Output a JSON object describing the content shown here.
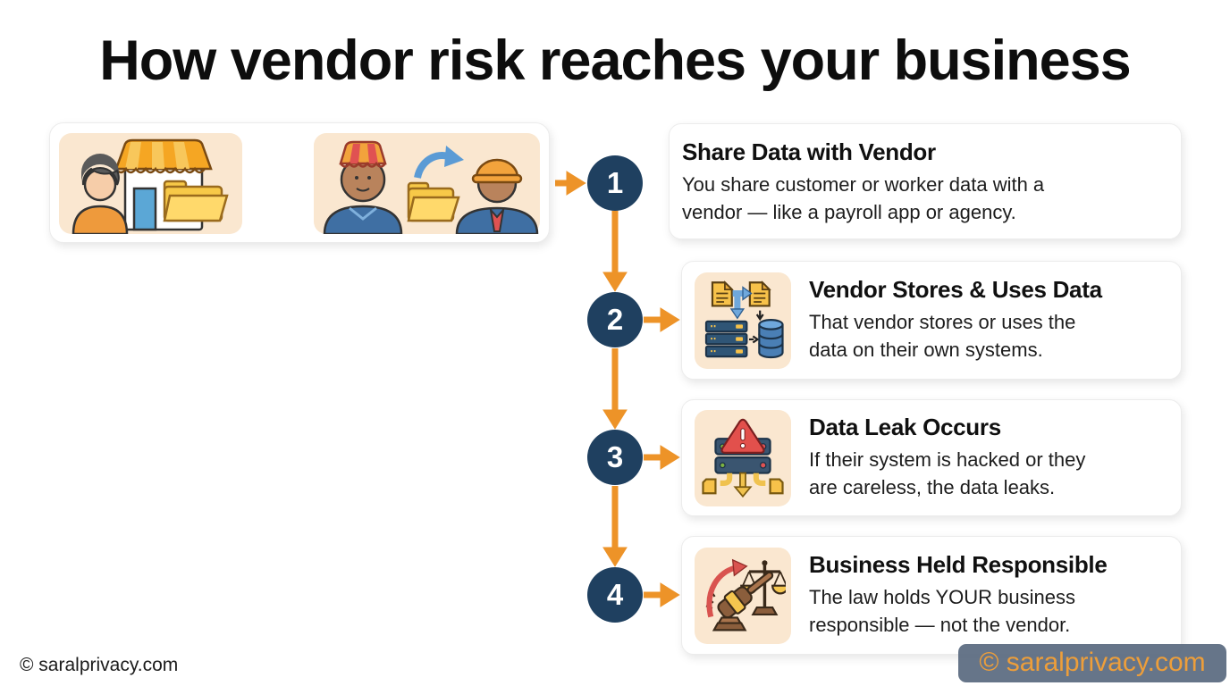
{
  "title": "How vendor risk reaches your business",
  "colors": {
    "accent_orange": "#ED9328",
    "navy": "#1F4060",
    "peach": "#FAE7D0",
    "card_border": "#ECECEC",
    "watermark_bg": "rgba(90,107,128,0.93)",
    "watermark_text": "#ED9E3A"
  },
  "illustration": {
    "scene_business": "shop-owner-with-store-and-data-folder",
    "scene_vendor": "shop-owner-sharing-folder-with-worker"
  },
  "steps": [
    {
      "number": "1",
      "title": "Share Data with Vendor",
      "body": "You share customer or worker data with a\nvendor — like a payroll app or agency.",
      "icon": ""
    },
    {
      "number": "2",
      "title": "Vendor Stores & Uses Data",
      "body": "That vendor stores or uses the\ndata on their own systems.",
      "icon": "documents-server-database-icon"
    },
    {
      "number": "3",
      "title": "Data Leak Occurs",
      "body": "If their system is hacked or they\nare careless, the data leaks.",
      "icon": "server-warning-leak-icon"
    },
    {
      "number": "4",
      "title": "Business Held Responsible",
      "body": "The law holds YOUR business\nresponsible — not the vendor.",
      "icon": "gavel-scales-justice-icon"
    }
  ],
  "footer": {
    "copyright": "© saralprivacy.com"
  },
  "watermark": {
    "text": "© saralprivacy.com"
  }
}
